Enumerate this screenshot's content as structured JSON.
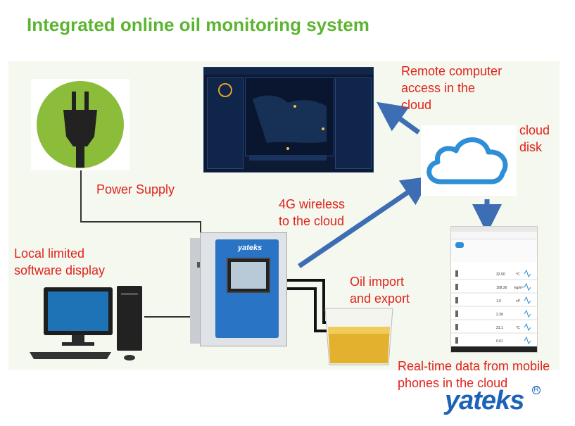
{
  "title": "Integrated online oil monitoring system",
  "labels": {
    "remote_computer": [
      "Remote computer",
      "access in the",
      "cloud"
    ],
    "cloud_disk": [
      "cloud",
      "disk"
    ],
    "power_supply": "Power Supply",
    "wireless": [
      "4G wireless",
      "to the cloud"
    ],
    "local_display": [
      "Local limited",
      "software display"
    ],
    "oil": [
      "Oil import",
      "and export"
    ],
    "mobile": [
      "Real-time data from mobile",
      "phones in the cloud"
    ]
  },
  "device": {
    "brand": "yateks"
  },
  "phone": {
    "rows": [
      {
        "value": "32.00",
        "unit": "°C"
      },
      {
        "value": "108.36",
        "unit": "kg/m³"
      },
      {
        "value": "1.0",
        "unit": "cP"
      },
      {
        "value": "2.36",
        "unit": ""
      },
      {
        "value": "31.1",
        "unit": "°C"
      },
      {
        "value": "0.01",
        "unit": ""
      }
    ]
  },
  "logo": {
    "text": "yateks",
    "mark": "R"
  },
  "colors": {
    "title": "#5cb531",
    "label": "#e0231b",
    "arrow": "#3d6db3",
    "brand": "#1c63b8"
  }
}
